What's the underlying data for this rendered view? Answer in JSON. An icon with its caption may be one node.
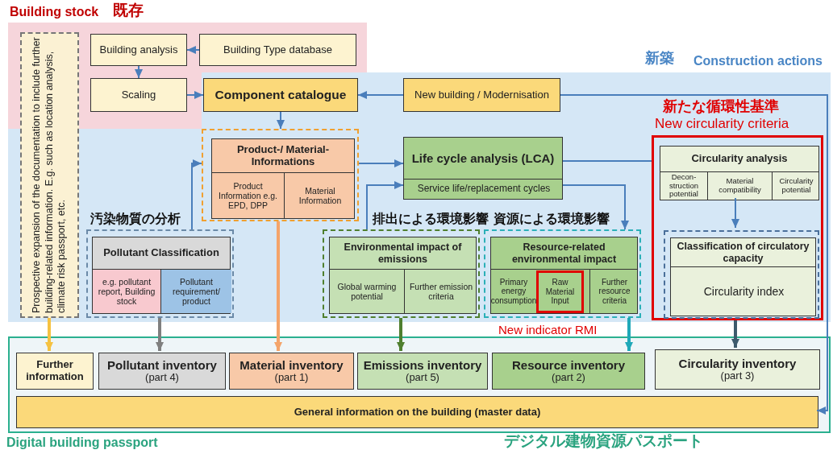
{
  "diagram": {
    "nodes": [
      {
        "text": [
          "Building stock",
          "既存"
        ]
      },
      {
        "text": [
          "新築",
          "Construction actions"
        ]
      },
      {
        "text": [
          "Digital building passport",
          "デジタル建物資源パスポート"
        ]
      },
      {
        "text": [
          "Prospective expansion of the documentation to include further building-related information. E.g. such as location analysis, climate risk passport, etc."
        ]
      },
      {
        "text": [
          "Building analysis"
        ],
        "in": 0
      },
      {
        "text": [
          "Building Type database"
        ],
        "in": 0
      },
      {
        "text": [
          "Scaling"
        ],
        "in": 0
      },
      {
        "text": [
          "Component catalogue"
        ],
        "in": 1
      },
      {
        "text": [
          "New building / Modernisation"
        ],
        "in": 1
      },
      {
        "text": [],
        "shape": "box",
        "in": 1
      },
      {
        "text": [
          "Product-/ Material-Informations",
          "Product Information e.g. EPD, DPP",
          "Material Information"
        ],
        "in": 9
      },
      {
        "text": [
          "Life cycle analysis (LCA)",
          "Service life/replacement cycles"
        ],
        "in": 1
      },
      {
        "text": [
          "新たな循環性基準",
          "New circularity criteria"
        ],
        "in": 1
      },
      {
        "text": [
          "Circularity analysis",
          "Decon-struction potential",
          "Material compatibility",
          "Circularity potential"
        ],
        "in": 12
      },
      {
        "text": [],
        "shape": "box",
        "in": 12
      },
      {
        "text": [
          "Classification of circulatory capacity",
          "Circularity index"
        ],
        "in": 14
      },
      {
        "text": [
          "汚染物質の分析"
        ],
        "in": 1
      },
      {
        "text": [
          "Pollutant Classification",
          "e.g. pollutant report, Building stock",
          "Pollutant requirement/ product"
        ],
        "in": 16
      },
      {
        "text": [
          "排出による環境影響"
        ],
        "in": 1
      },
      {
        "text": [
          "Environmental impact of emissions",
          "Global warming potential",
          "Further emission criteria"
        ],
        "in": 18
      },
      {
        "text": [
          "資源による環境影響"
        ],
        "in": 1
      },
      {
        "text": [
          "Resource-related environmental impact",
          "Primary energy consumption",
          "Further resource criteria"
        ],
        "in": 20
      },
      {
        "text": [
          "Raw Material Input"
        ],
        "beside": [
          "New indicator RMI"
        ],
        "in": 21
      },
      {
        "text": [
          "Further information"
        ],
        "in": 2
      },
      {
        "text": [
          "Pollutant inventory",
          "(part 4)"
        ],
        "in": 2
      },
      {
        "text": [
          "Material inventory",
          "(part 1)"
        ],
        "in": 2
      },
      {
        "text": [
          "Emissions inventory",
          "(part 5)"
        ],
        "in": 2
      },
      {
        "text": [
          "Resource inventory",
          "(part 2)"
        ],
        "in": 2
      },
      {
        "text": [
          "Circularity inventory",
          "(part 3)"
        ],
        "in": 2
      },
      {
        "text": [
          "General information on the building (master data)"
        ],
        "in": 2
      }
    ],
    "edges": [
      {
        "from": 5,
        "to": 4,
        "arrow": "to"
      },
      {
        "from": 4,
        "to": 6,
        "arrow": "to"
      },
      {
        "from": 6,
        "to": 7,
        "arrow": "to"
      },
      {
        "from": 8,
        "to": 7,
        "arrow": "to"
      },
      {
        "from": 7,
        "to": 9,
        "arrow": "to"
      },
      {
        "from": 9,
        "to": 11,
        "arrow": "to"
      },
      {
        "from": 16,
        "to": 9,
        "arrow": "to"
      },
      {
        "from": 18,
        "to": 11,
        "arrow": "to"
      },
      {
        "from": 11,
        "to": 20,
        "arrow": "to"
      },
      {
        "from": 11,
        "to": 12,
        "arrow": "none"
      },
      {
        "from": 13,
        "to": 14,
        "arrow": "to"
      },
      {
        "from": 8,
        "to": 29,
        "arrow": "to"
      },
      {
        "from": 3,
        "to": 23,
        "arrow": "to",
        "style": "thick",
        "color": "#f5c242"
      },
      {
        "from": 16,
        "to": 24,
        "arrow": "to",
        "style": "thick",
        "color": "#7f7f7f"
      },
      {
        "from": 9,
        "to": 25,
        "arrow": "to",
        "style": "thick",
        "color": "#f4a46a"
      },
      {
        "from": 18,
        "to": 26,
        "arrow": "to",
        "style": "thick",
        "color": "#4f7f2f"
      },
      {
        "from": 20,
        "to": 27,
        "arrow": "to",
        "style": "thick",
        "color": "#1fa8b8"
      },
      {
        "from": 12,
        "to": 28,
        "arrow": "to",
        "style": "thick",
        "color": "#3d5a6c"
      }
    ]
  }
}
